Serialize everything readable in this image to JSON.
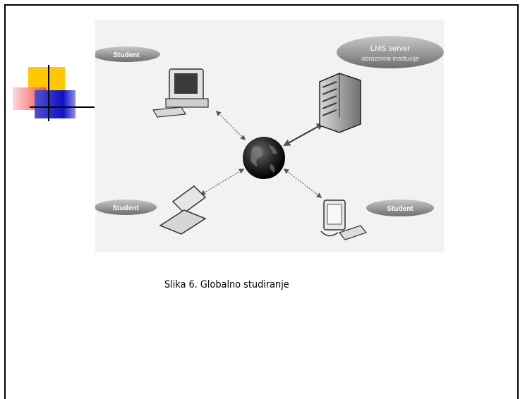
{
  "figure": {
    "nodes": {
      "student_top_left": "Student",
      "server": "LMS server",
      "server_sub": "obrazovne institucije",
      "student_bottom_left": "Student",
      "student_bottom_right": "Student"
    }
  },
  "caption": "Slika 6. Globalno studiranje"
}
